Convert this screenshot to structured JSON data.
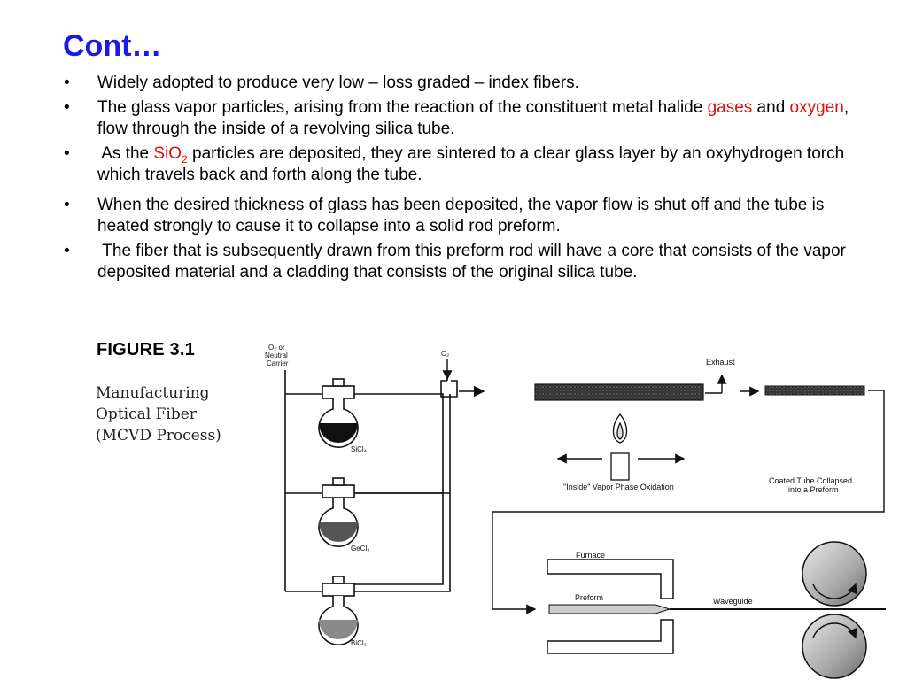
{
  "title": "Cont…",
  "bullet_marker": "•",
  "bullets": {
    "b1": "Widely adopted to produce very low – loss graded – index fibers.",
    "b2": {
      "pre": "The glass vapor particles, arising from the reaction of the constituent metal halide ",
      "gases": "gases",
      "and": " and ",
      "oxygen": "oxygen",
      "post": ", flow through the inside of a revolving silica tube."
    },
    "b3": {
      "pre": " As the ",
      "sio": "SiO",
      "sub": "2",
      "post": " particles are deposited, they are sintered to a clear glass layer by an oxyhydrogen torch which travels back and forth along the tube."
    },
    "b4": "When the desired thickness of glass has been deposited, the vapor flow is shut off and the tube is heated strongly to cause it to collapse into a solid rod preform.",
    "b5": " The fiber that is subsequently drawn from this preform rod will have a core that consists of the vapor deposited material and a cladding that consists of the original silica tube."
  },
  "highlight_color": "#e01010",
  "title_color": "#1a1ae6",
  "figure": {
    "label": "FIGURE 3.1",
    "caption_lines": [
      "Manufacturing",
      "Optical Fiber",
      "(MCVD Process)"
    ],
    "labels": {
      "o2_or": "O₂ or",
      "neutral": "Neutral",
      "carrier": "Carrier",
      "o2": "O₂",
      "sicl4": "SiCl₄",
      "gecl4": "GeCl₄",
      "bcl3": "BiCl₃",
      "exhaust": "Exhaust",
      "inside_vapor": "\"Inside\" Vapor Phase Oxidation",
      "coated_1": "Coated Tube Collapsed",
      "coated_2": "into a Preform",
      "furnace": "Furnace",
      "preform": "Preform",
      "waveguide": "Waveguide"
    }
  }
}
